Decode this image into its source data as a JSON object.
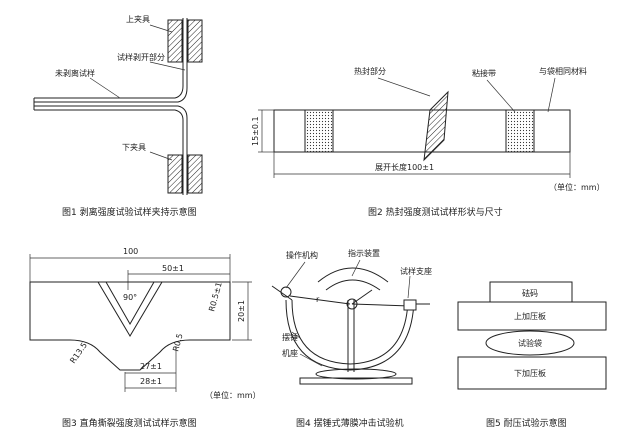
{
  "fig1": {
    "caption": "图1  剥离强度试验试样夹持示意图",
    "upper_clamp": "上夹具",
    "peeled_part": "试样剥开部分",
    "unpeeled_sample": "未剥离试样",
    "lower_clamp": "下夹具"
  },
  "fig2": {
    "caption": "图2  热封强度测试试样形状与尺寸",
    "heat_seal": "热封部分",
    "adhesive_tape": "粘接带",
    "same_material": "与袋相同材料",
    "width_dim": "15±0.1",
    "length_dim": "展开长度100±1",
    "unit": "（单位：mm）"
  },
  "fig3": {
    "caption": "图3  直角撕裂强度测试试样示意图",
    "dim_100": "100",
    "dim_50": "50±1",
    "angle": "90°",
    "r05": "R0.5±1",
    "dim_20": "20±1",
    "r13": "R13.5",
    "r05b": "R0.5",
    "dim_27": "27±1",
    "dim_28": "28±1",
    "unit": "（单位：mm）"
  },
  "fig4": {
    "caption": "图4  摆锤式薄膜冲击试验机",
    "operating_mechanism": "操作机构",
    "indicator": "指示装置",
    "sample_support": "试样支座",
    "pendulum": "摆锤",
    "base": "机座",
    "r_label": "r"
  },
  "fig5": {
    "caption": "图5  耐压试验示意图",
    "weight": "砝码",
    "upper_plate": "上加压板",
    "test_bag": "试验袋",
    "lower_plate": "下加压板"
  }
}
